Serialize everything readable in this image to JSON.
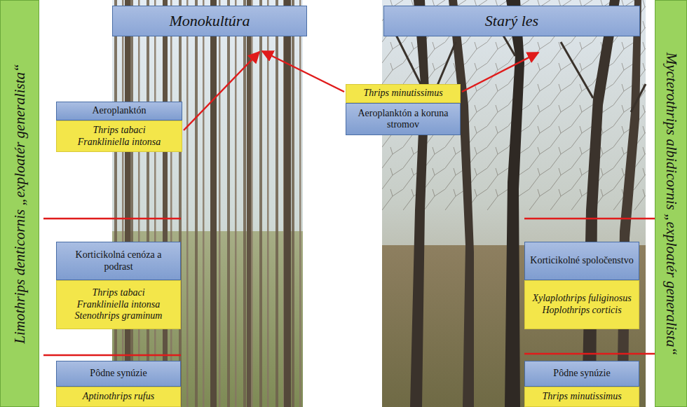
{
  "diagram": {
    "nodes": [
      {
        "text": [
          "Limothrips denticornis „exploatér generalista“"
        ]
      },
      {
        "text": [
          "Monokultúra"
        ]
      },
      {
        "text": [
          "Starý les"
        ]
      },
      {
        "text": [
          "Mycterothrips albidicornis „exploatér generalista“"
        ]
      },
      {
        "text": [
          "Aeroplanktón"
        ]
      },
      {
        "text": [
          "Thrips tabaci",
          "Frankliniella intonsa"
        ]
      },
      {
        "text": [
          "Thrips minutissimus"
        ]
      },
      {
        "text": [
          "Aeroplanktón a koruna stromov"
        ]
      },
      {
        "text": [
          "Korticikolná cenóza a podrast"
        ]
      },
      {
        "text": [
          "Thrips tabaci",
          "Frankliniella intonsa",
          "Stenothrips graminum"
        ]
      },
      {
        "text": [
          "Korticikolné spoločenstvo"
        ]
      },
      {
        "text": [
          "Xylaplothrips fuliginosus",
          "Hoplothrips corticis"
        ]
      },
      {
        "text": [
          "Pôdne synúzie"
        ]
      },
      {
        "text": [
          "Aptinothrips rufus"
        ]
      },
      {
        "text": [
          "Pôdne synúzie"
        ]
      },
      {
        "text": [
          "Thrips minutissimus"
        ]
      }
    ]
  }
}
